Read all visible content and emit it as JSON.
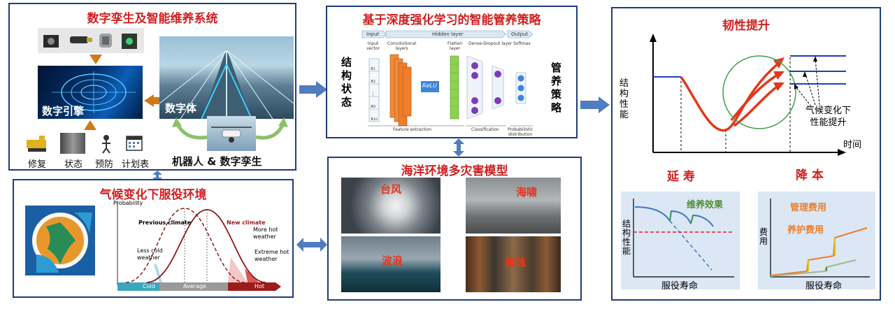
{
  "panels": {
    "twin": {
      "title": "数字孪生及智能维养系统",
      "engine_label": "数字引擎",
      "body_label": "数字体",
      "robot_label": "机器人 & 数字孪生",
      "icons": [
        {
          "label": "修复",
          "icon": "excavator-icon"
        },
        {
          "label": "状态",
          "icon": "crack-photo-icon"
        },
        {
          "label": "预防",
          "icon": "person-icon"
        },
        {
          "label": "计划表",
          "icon": "calendar-icon"
        }
      ]
    },
    "strategy": {
      "title": "基于深度强化学习的智能管养策略",
      "left_label": [
        "结",
        "构",
        "状",
        "态"
      ],
      "right_label": [
        "管",
        "养",
        "策",
        "略"
      ],
      "nn": {
        "input": "Input",
        "hidden": "Hidden layer",
        "output": "Output",
        "input_vector": [
          "Input",
          "vector"
        ],
        "conv": [
          "Convolutional",
          "layers"
        ],
        "relu": "ReLU",
        "flatten": [
          "Flatten",
          "layer"
        ],
        "dense": "Dense-Dropout layer",
        "softmax": "Softmax",
        "feature": "Feature extraction",
        "classification": "Classification",
        "prob": [
          "Probabilistic",
          "distribution"
        ],
        "vector_items": [
          "x₁",
          "x₂",
          "⋮",
          "x₉",
          "x₁₀"
        ]
      }
    },
    "climate": {
      "title": "气候变化下服役环境",
      "probability": "Probability",
      "previous": "Previous climate",
      "new": "New climate",
      "less_cold": [
        "Less cold",
        "weather"
      ],
      "more_hot": [
        "More hot",
        "weather"
      ],
      "extreme_hot": [
        "Extreme hot",
        "weather"
      ],
      "axis_cold": "Cold",
      "axis_avg": "Average",
      "axis_hot": "Hot"
    },
    "hazard": {
      "title": "海洋环境多灾害模型",
      "items": [
        "台风",
        "海啸",
        "波浪",
        "腐蚀"
      ]
    },
    "resilience": {
      "title": "韧性提升",
      "ylabel": "结构性能",
      "xlabel": "时间",
      "annotation": [
        "气候变化下",
        "性能提升"
      ],
      "extend": "延 寿",
      "reduce": "降 本",
      "chart1": {
        "legend": "维养效果",
        "ylabel": "结构性能",
        "xlabel": "服役寿命"
      },
      "chart2": {
        "legend1": "管理费用",
        "legend2": "养护费用",
        "ylabel": "费用",
        "xlabel": "服役寿命"
      }
    }
  },
  "colors": {
    "title_red": "#d21f1f",
    "border_blue": "#1f3d7a",
    "arrow_blue": "#4f7ec0",
    "arrow_orange": "#d07a1a",
    "curve_red": "#e4371c",
    "green_label": "#4e8d2f",
    "orange_label": "#ef7d2a"
  }
}
